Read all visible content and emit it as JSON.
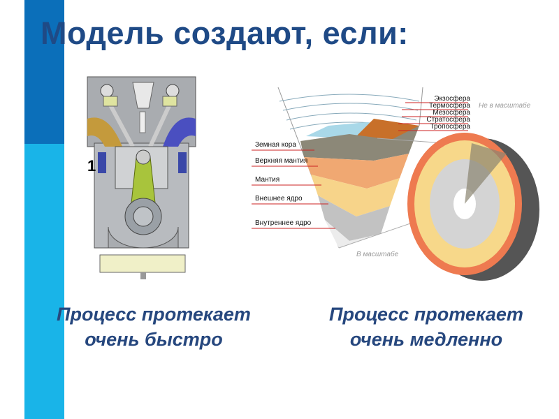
{
  "title": "Модель создают, если:",
  "left": {
    "stroke_label": "1",
    "caption_line1": "Процесс протекает",
    "caption_line2": "очень быстро"
  },
  "right": {
    "atmosphere_labels": [
      "Экзосфера",
      "Термосфера",
      "Мезосфера",
      "Стратосфера",
      "Тропосфера"
    ],
    "layer_labels": [
      "Земная кора",
      "Верхняя мантия",
      "Мантия",
      "Внешнее ядро",
      "Внутреннее ядро"
    ],
    "not_to_scale": "Не в масштабе",
    "to_scale": "В масштабе",
    "caption_line1": "Процесс протекает",
    "caption_line2": "очень медленно"
  },
  "colors": {
    "accent_dark": "#0b6fba",
    "accent_light": "#19b4e8",
    "title": "#1f4a86"
  }
}
